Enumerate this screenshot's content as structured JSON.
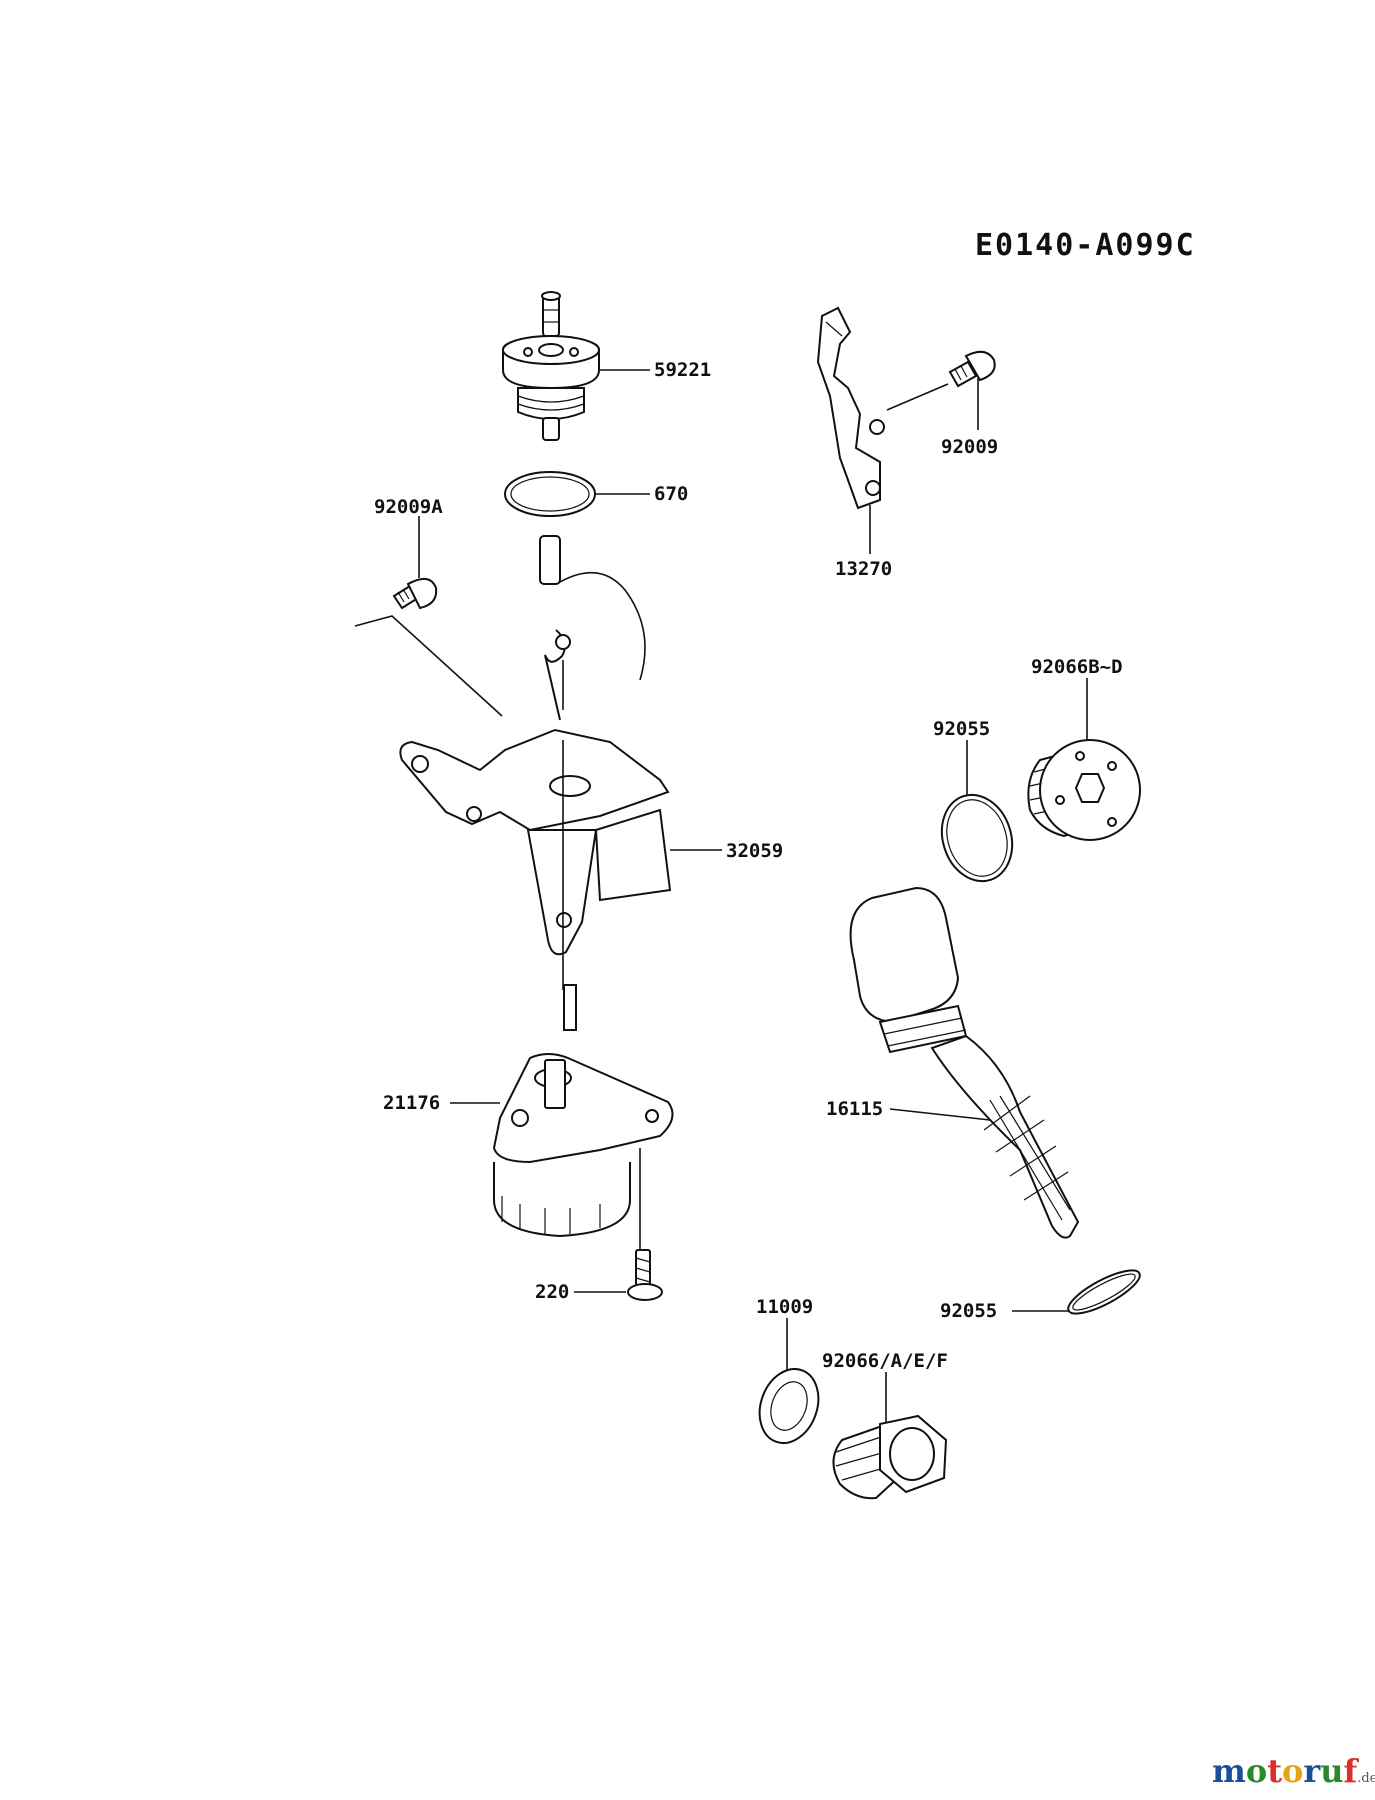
{
  "diagram": {
    "code": "E0140-A099C",
    "parts": [
      {
        "id": "59221",
        "label": "59221"
      },
      {
        "id": "670",
        "label": "670"
      },
      {
        "id": "92009A",
        "label": "92009A"
      },
      {
        "id": "13270",
        "label": "13270"
      },
      {
        "id": "92009",
        "label": "92009"
      },
      {
        "id": "92066B-D",
        "label": "92066B~D"
      },
      {
        "id": "92055-upper",
        "label": "92055"
      },
      {
        "id": "32059",
        "label": "32059"
      },
      {
        "id": "16115",
        "label": "16115"
      },
      {
        "id": "21176",
        "label": "21176"
      },
      {
        "id": "220",
        "label": "220"
      },
      {
        "id": "11009",
        "label": "11009"
      },
      {
        "id": "92055-lower",
        "label": "92055"
      },
      {
        "id": "92066-AEF",
        "label": "92066/A/E/F"
      }
    ]
  },
  "watermark": {
    "letters": [
      "m",
      "o",
      "t",
      "o",
      "r",
      "u",
      "f"
    ],
    "colors": [
      "#1b4f9c",
      "#2a8a2a",
      "#d9302c",
      "#e8a317",
      "#1b4f9c",
      "#2a8a2a",
      "#d9302c"
    ],
    "suffix": ".de"
  }
}
